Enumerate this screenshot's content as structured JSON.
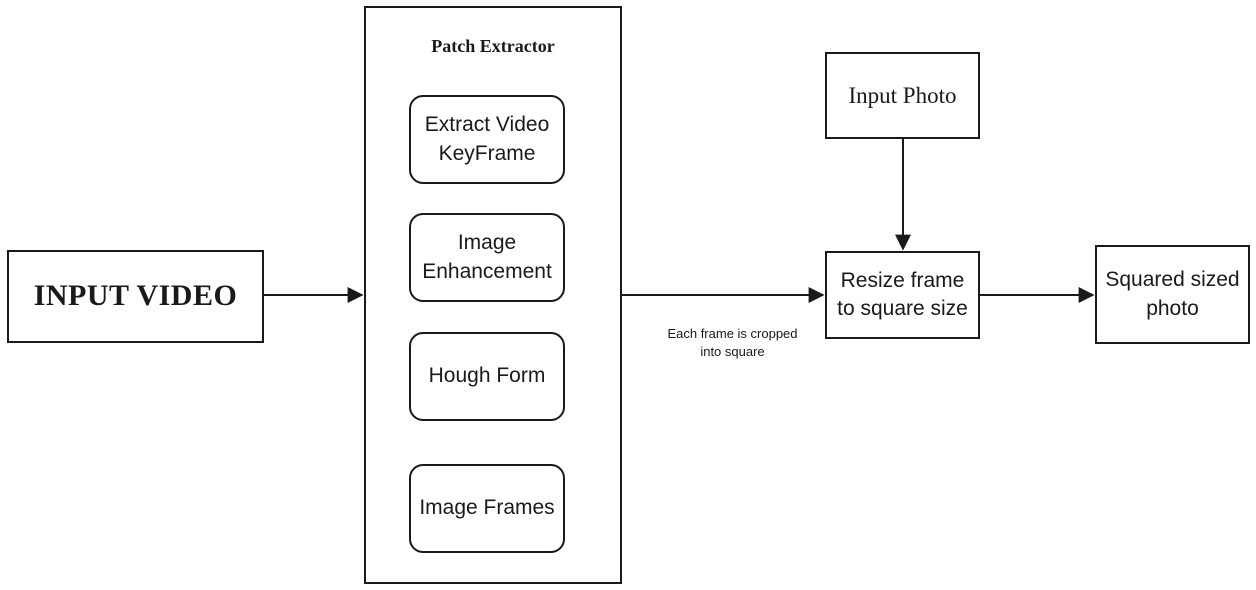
{
  "nodes": {
    "input_video": "INPUT VIDEO",
    "patch_extractor": {
      "title": "Patch Extractor",
      "steps": [
        "Extract Video\nKeyFrame",
        "Image\nEnhancement",
        "Hough Form",
        "Image Frames"
      ]
    },
    "input_photo": "Input Photo",
    "resize_frame": "Resize frame\nto square size",
    "squared_photo": "Squared sized\nphoto"
  },
  "edge_label": "Each frame is cropped\ninto square",
  "colors": {
    "stroke": "#1a1a1a",
    "background": "#ffffff"
  }
}
